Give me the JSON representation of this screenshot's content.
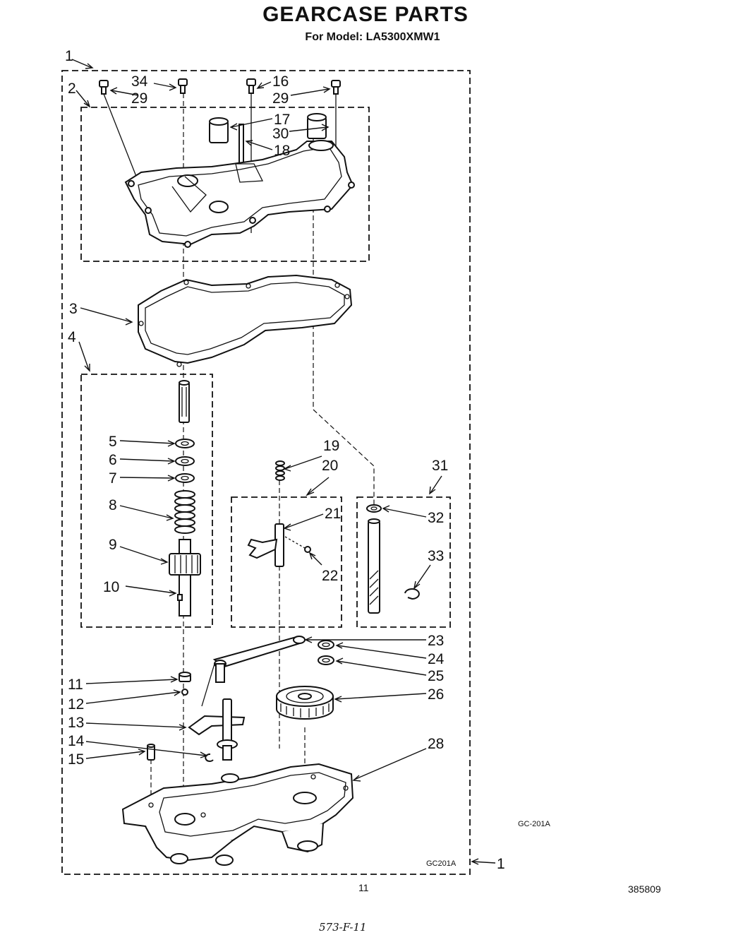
{
  "header": {
    "title": "GEARCASE PARTS",
    "subtitle": "For Model: LA5300XMW1"
  },
  "callouts": [
    "1",
    "2",
    "3",
    "4",
    "5",
    "6",
    "7",
    "8",
    "9",
    "10",
    "11",
    "12",
    "13",
    "14",
    "15",
    "16",
    "17",
    "18",
    "19",
    "20",
    "21",
    "22",
    "23",
    "24",
    "25",
    "26",
    "28",
    "29",
    "30",
    "31",
    "32",
    "33",
    "34"
  ],
  "footer": {
    "figure_code_right": "GC-201A",
    "figure_code_box": "GC201A",
    "page_number": "11",
    "doc_number": "385809",
    "handwritten_note": "573-F-11"
  },
  "colors": {
    "ink": "#111111",
    "paper": "#ffffff"
  }
}
